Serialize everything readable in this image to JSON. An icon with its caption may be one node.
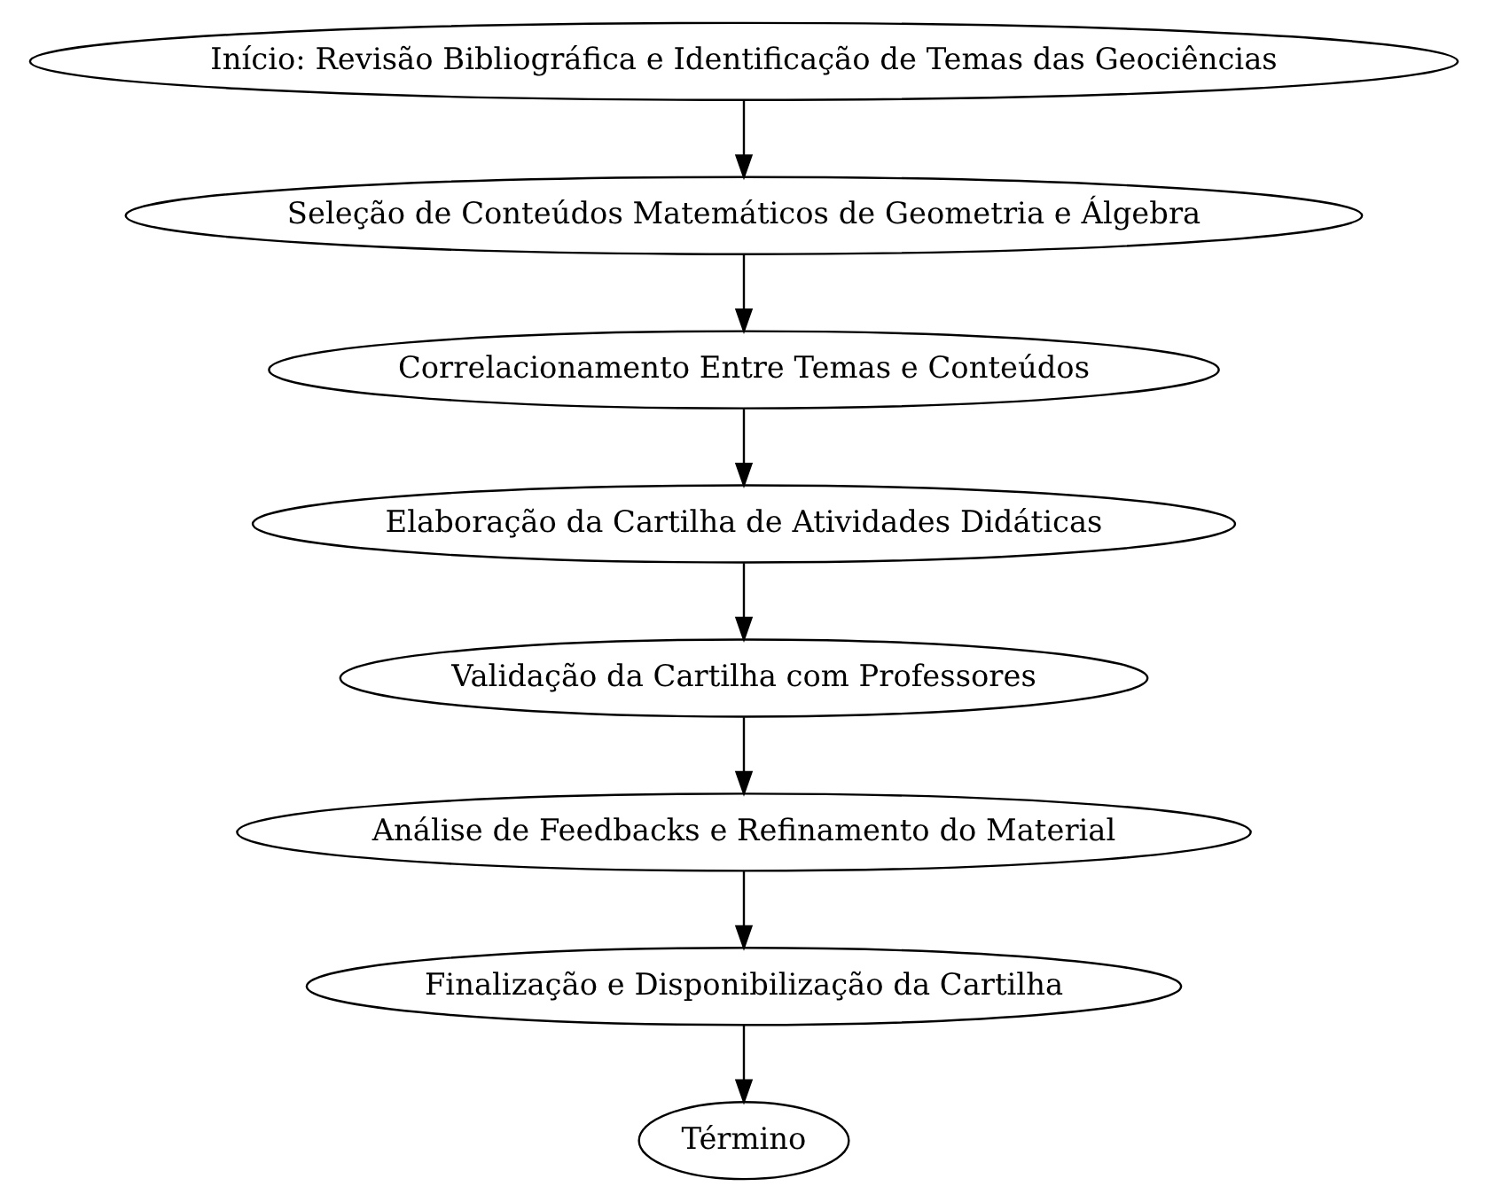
{
  "diagram": {
    "nodes": [
      {
        "text": [
          "Início: Revisão Bibliográfica e Identificação de Temas das Geociências"
        ]
      },
      {
        "text": [
          "Seleção de Conteúdos Matemáticos de Geometria e Álgebra"
        ]
      },
      {
        "text": [
          "Correlacionamento Entre Temas e Conteúdos"
        ]
      },
      {
        "text": [
          "Elaboração da Cartilha de Atividades Didáticas"
        ]
      },
      {
        "text": [
          "Validação da Cartilha com Professores"
        ]
      },
      {
        "text": [
          "Análise de Feedbacks e Refinamento do Material"
        ]
      },
      {
        "text": [
          "Finalização e Disponibilização da Cartilha"
        ]
      },
      {
        "text": [
          "Término"
        ]
      }
    ],
    "edges": [
      {
        "from": 0,
        "to": 1,
        "arrow": "to"
      },
      {
        "from": 1,
        "to": 2,
        "arrow": "to"
      },
      {
        "from": 2,
        "to": 3,
        "arrow": "to"
      },
      {
        "from": 3,
        "to": 4,
        "arrow": "to"
      },
      {
        "from": 4,
        "to": 5,
        "arrow": "to"
      },
      {
        "from": 5,
        "to": 6,
        "arrow": "to"
      },
      {
        "from": 6,
        "to": 7,
        "arrow": "to"
      }
    ]
  }
}
